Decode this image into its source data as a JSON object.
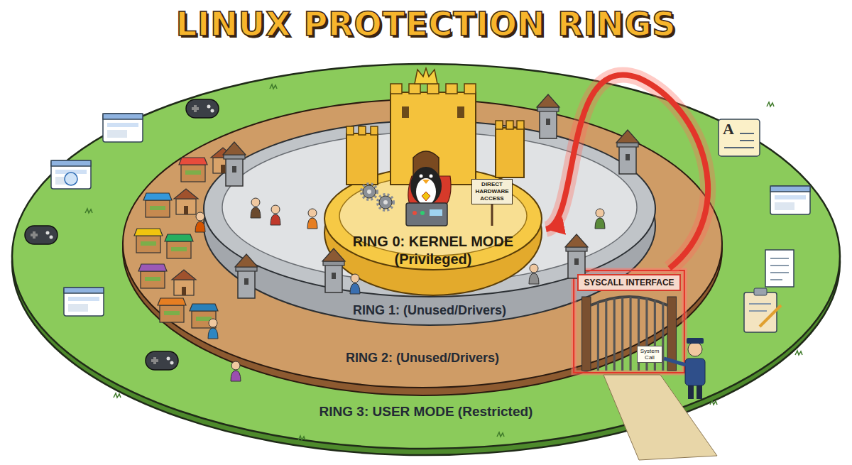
{
  "diagram": {
    "title": "LINUX PROTECTION RINGS",
    "nodes": [
      {
        "text": [
          "RING 3: USER MODE (Restricted)"
        ]
      },
      {
        "text": [
          "RING 2: (Unused/Drivers)"
        ],
        "in": 0
      },
      {
        "text": [
          "RING 1: (Unused/Drivers)"
        ],
        "in": 1
      },
      {
        "text": [
          "RING 0: KERNEL MODE (Privileged)"
        ],
        "in": 2
      },
      {
        "text": [
          "SYSCALL INTERFACE"
        ],
        "in": 0
      }
    ],
    "edges": [
      {
        "from": 4,
        "to": 3,
        "arrow": "to"
      }
    ],
    "labels": [
      "DIRECT HARDWARE ACCESS",
      "System Call",
      "A"
    ]
  }
}
